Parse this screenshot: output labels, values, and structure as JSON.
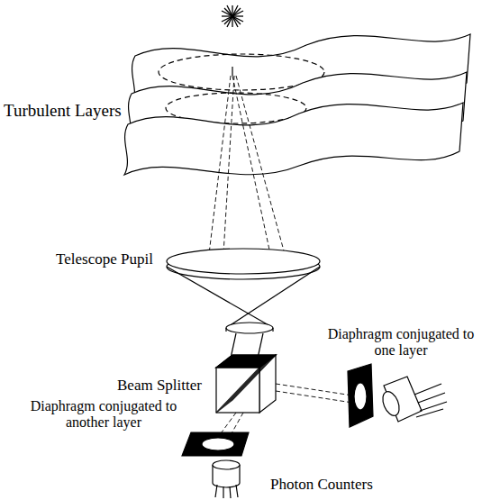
{
  "diagram": {
    "labels": [
      "Turbulent Layers",
      "Telescope Pupil",
      "Beam Splitter",
      "Diaphragm conjugated to one layer",
      "Diaphragm conjugated to another layer",
      "Photon Counters"
    ]
  }
}
